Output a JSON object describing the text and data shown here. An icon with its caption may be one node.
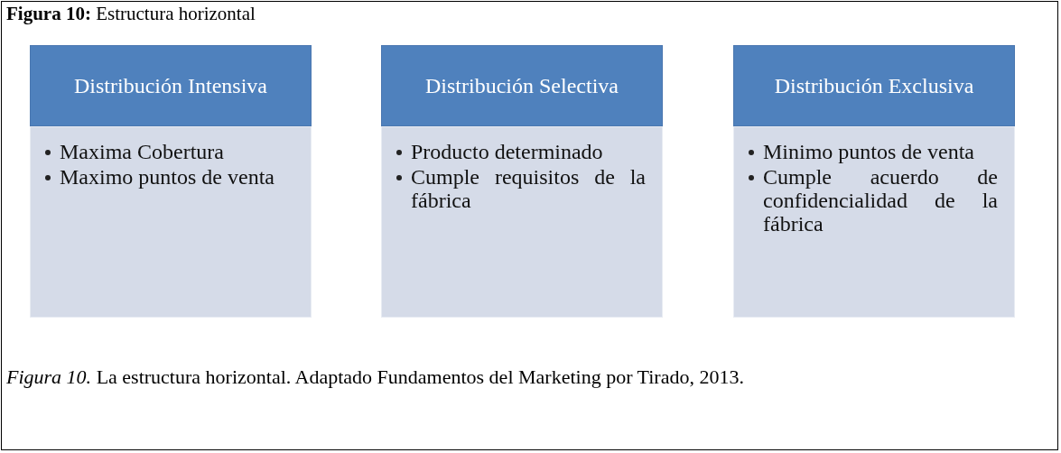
{
  "diagram": {
    "title": "**Figura 10:** Estructura horizontal",
    "nodes": [
      {
        "text": [
          "Distribución Intensiva"
        ]
      },
      {
        "text": [
          "Maxima Cobertura",
          "Maximo puntos de venta"
        ]
      },
      {
        "text": [
          "Distribución Selectiva"
        ]
      },
      {
        "text": [
          "Producto determinado",
          "Cumple requisitos de la fábrica"
        ]
      },
      {
        "text": [
          "Distribución Exclusiva"
        ]
      },
      {
        "text": [
          "Minimo puntos de venta",
          "Cumple acuerdo de confidencialidad de la fábrica"
        ]
      }
    ],
    "caption": "*Figura 10.* La estructura horizontal. Adaptado Fundamentos del Marketing por Tirado, 2013."
  }
}
